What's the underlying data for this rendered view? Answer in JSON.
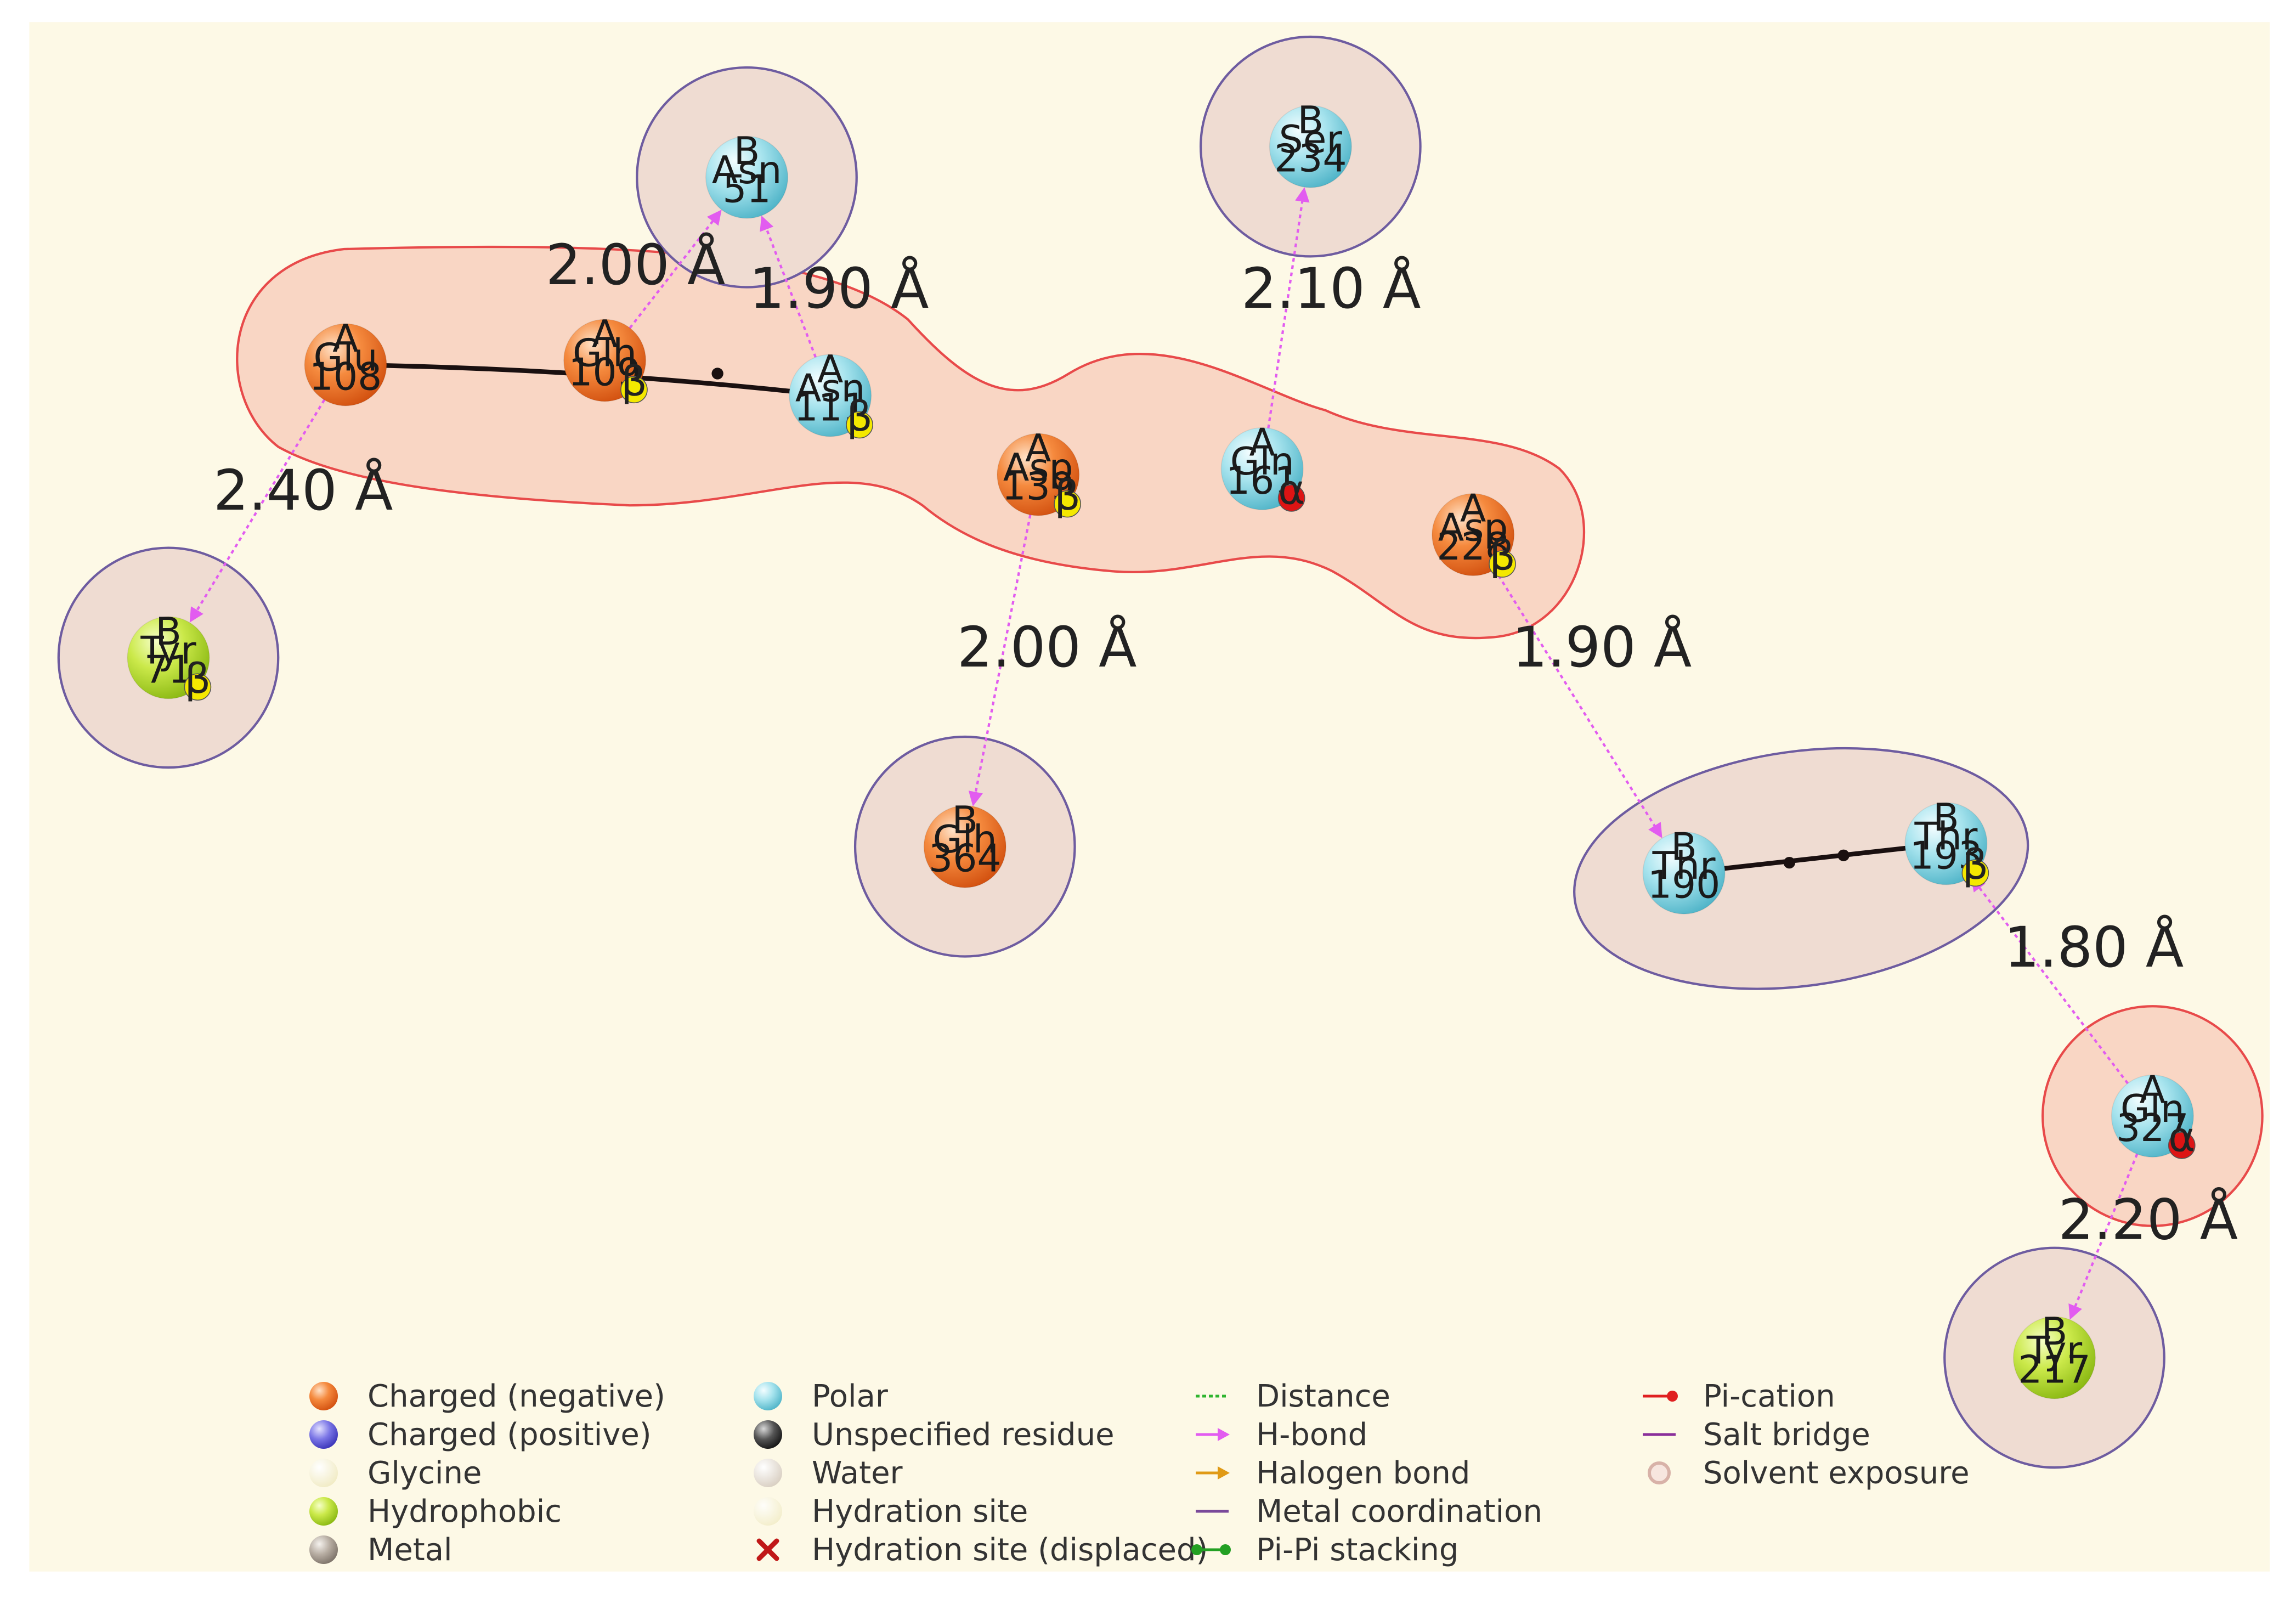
{
  "colors": {
    "background": "#fdf9e6",
    "charged_negative": "#f26a1f",
    "polar": "#7fd3e2",
    "hydrophobic": "#b9e02b",
    "hbond": "#e25cf0",
    "salt_bridge": "#e84a4a",
    "exposure_ring": "#6e5ca0",
    "exposure_fill": "#efdcd2",
    "salt_fill": "#f9d6c4",
    "beta_badge": "#f4e800",
    "alpha_badge": "#dd1414",
    "pi_line": "#1a1010"
  },
  "residues": [
    {
      "id": "glu108",
      "chain": "A",
      "name": "Glu",
      "num": "108",
      "type": "charged_negative",
      "badge": null
    },
    {
      "id": "glh109",
      "chain": "A",
      "name": "Glh",
      "num": "109",
      "type": "charged_negative",
      "badge": "β"
    },
    {
      "id": "asn111",
      "chain": "A",
      "name": "Asn",
      "num": "111",
      "type": "polar",
      "badge": "β"
    },
    {
      "id": "asn51",
      "chain": "B",
      "name": "Asn",
      "num": "51",
      "type": "polar",
      "badge": null
    },
    {
      "id": "ser234",
      "chain": "B",
      "name": "Ser",
      "num": "234",
      "type": "polar",
      "badge": null
    },
    {
      "id": "asp139",
      "chain": "A",
      "name": "Asp",
      "num": "139",
      "type": "charged_negative",
      "badge": "β"
    },
    {
      "id": "gln161",
      "chain": "A",
      "name": "Gln",
      "num": "161",
      "type": "polar",
      "badge": "α"
    },
    {
      "id": "asp228",
      "chain": "A",
      "name": "Asp",
      "num": "228",
      "type": "charged_negative",
      "badge": "β"
    },
    {
      "id": "tyr71",
      "chain": "B",
      "name": "Tyr",
      "num": "71",
      "type": "hydrophobic",
      "badge": "β"
    },
    {
      "id": "glh364",
      "chain": "B",
      "name": "Glh",
      "num": "364",
      "type": "charged_negative",
      "badge": null
    },
    {
      "id": "thr190",
      "chain": "B",
      "name": "Thr",
      "num": "190",
      "type": "polar",
      "badge": null
    },
    {
      "id": "thr193",
      "chain": "B",
      "name": "Thr",
      "num": "193",
      "type": "polar",
      "badge": "β"
    },
    {
      "id": "gln327",
      "chain": "A",
      "name": "Gln",
      "num": "327",
      "type": "polar",
      "badge": "α"
    },
    {
      "id": "tyr217",
      "chain": "B",
      "name": "Tyr",
      "num": "217",
      "type": "hydrophobic",
      "badge": null
    }
  ],
  "interactions": [
    {
      "from": "glh109",
      "to": "asn51",
      "kind": "hbond",
      "label": "2.00 Å"
    },
    {
      "from": "asn111",
      "to": "asn51",
      "kind": "hbond",
      "label": "1.90 Å"
    },
    {
      "from": "gln161",
      "to": "ser234",
      "kind": "hbond",
      "label": "2.10 Å"
    },
    {
      "from": "glu108",
      "to": "tyr71",
      "kind": "hbond",
      "label": "2.40 Å"
    },
    {
      "from": "asp139",
      "to": "glh364",
      "kind": "hbond",
      "label": "2.00 Å"
    },
    {
      "from": "asp228",
      "to": "thr190",
      "kind": "hbond",
      "label": "1.90 Å"
    },
    {
      "from": "gln327",
      "to": "thr193",
      "kind": "hbond",
      "label": "1.80 Å"
    },
    {
      "from": "gln327",
      "to": "tyr217",
      "kind": "hbond",
      "label": "2.20 Å"
    },
    {
      "from": "glu108",
      "to": "asn111",
      "kind": "pi_bond",
      "label": ""
    },
    {
      "from": "thr190",
      "to": "thr193",
      "kind": "pi_bond",
      "label": ""
    }
  ],
  "legend": {
    "col1": [
      {
        "icon": "charged-negative-sphere-icon",
        "label": "Charged (negative)",
        "color": "#f26a1f"
      },
      {
        "icon": "charged-positive-sphere-icon",
        "label": "Charged (positive)",
        "color": "#5b55d8"
      },
      {
        "icon": "glycine-sphere-icon",
        "label": "Glycine",
        "color": "#fbf7d4"
      },
      {
        "icon": "hydrophobic-sphere-icon",
        "label": "Hydrophobic",
        "color": "#b9e02b"
      },
      {
        "icon": "metal-sphere-icon",
        "label": "Metal",
        "color": "#b5aca0"
      }
    ],
    "col2": [
      {
        "icon": "polar-sphere-icon",
        "label": "Polar",
        "color": "#7fd3e2"
      },
      {
        "icon": "unspecified-residue-sphere-icon",
        "label": "Unspecified residue",
        "color": "#3a3a3a"
      },
      {
        "icon": "water-sphere-icon",
        "label": "Water",
        "color": "#e9e1d6"
      },
      {
        "icon": "hydration-site-icon",
        "label": "Hydration site",
        "color": "#f6f1e4"
      },
      {
        "icon": "hydration-site-displaced-icon",
        "label": "Hydration site (displaced)",
        "color": "#c01818"
      }
    ],
    "col3": [
      {
        "icon": "distance-line-icon",
        "label": "Distance",
        "color": "#2fb52f"
      },
      {
        "icon": "hbond-arrow-icon",
        "label": "H-bond",
        "color": "#e25cf0"
      },
      {
        "icon": "halogen-bond-arrow-icon",
        "label": "Halogen bond",
        "color": "#e09a15"
      },
      {
        "icon": "metal-coordination-line-icon",
        "label": "Metal coordination",
        "color": "#7a4a9a"
      },
      {
        "icon": "pi-pi-stacking-line-icon",
        "label": "Pi-Pi stacking",
        "color": "#23a023"
      }
    ],
    "col4": [
      {
        "icon": "pi-cation-line-icon",
        "label": "Pi-cation",
        "color": "#e02020"
      },
      {
        "icon": "salt-bridge-line-icon",
        "label": "Salt bridge",
        "color": "#8a2f9a"
      },
      {
        "icon": "solvent-exposure-icon",
        "label": "Solvent exposure",
        "color": "#d8b2a8"
      }
    ]
  }
}
